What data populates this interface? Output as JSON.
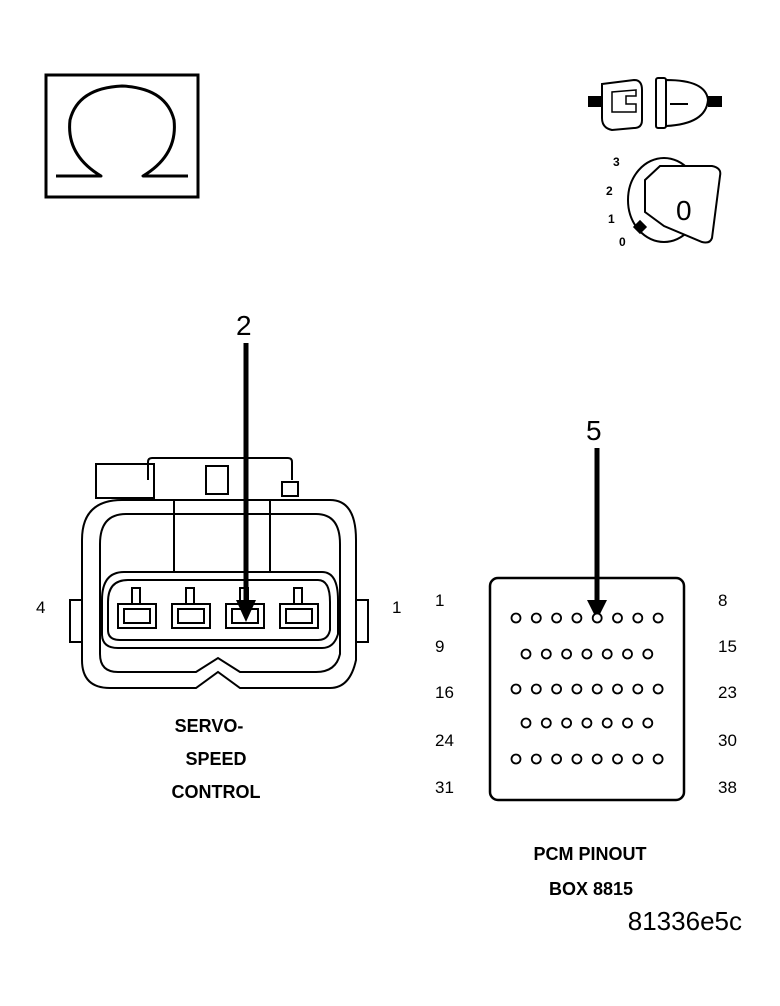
{
  "callouts": {
    "servo_pin": "2",
    "pcm_pin": "5"
  },
  "servo_connector": {
    "pin_left": "4",
    "pin_right": "1",
    "caption": [
      "SERVO-",
      "SPEED",
      "CONTROL"
    ]
  },
  "pcm_connector": {
    "row_start_labels": [
      "1",
      "9",
      "16",
      "24",
      "31"
    ],
    "row_end_labels": [
      "8",
      "15",
      "23",
      "30",
      "38"
    ],
    "row_pin_counts": [
      8,
      7,
      8,
      7,
      8
    ],
    "caption": [
      "PCM PINOUT",
      "BOX 8815"
    ]
  },
  "ignition_switch": {
    "positions": [
      "3",
      "2",
      "1",
      "0"
    ],
    "key_label": "0"
  },
  "ohmmeter_symbol": "ohm-symbol",
  "figure_id": "81336e5c"
}
